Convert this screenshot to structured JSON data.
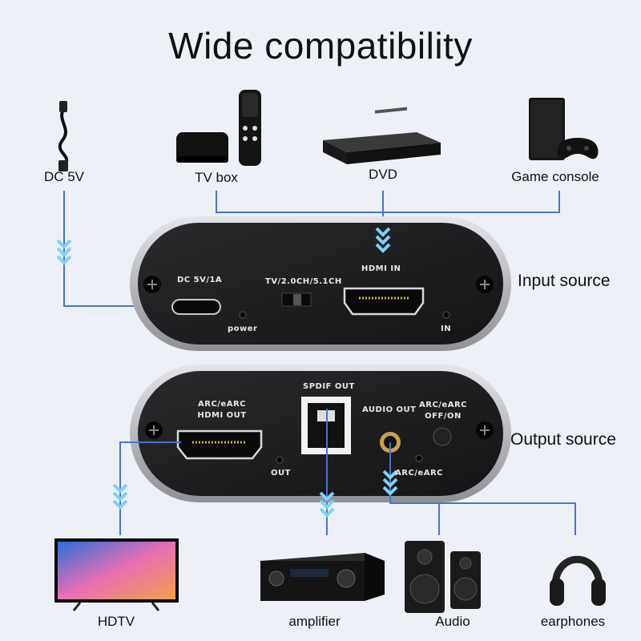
{
  "title": "Wide compatibility",
  "inputs": {
    "dc": "DC 5V",
    "tvbox": "TV box",
    "dvd": "DVD",
    "console": "Game console"
  },
  "side_labels": {
    "input": "Input source",
    "output": "Output source"
  },
  "input_panel": {
    "dc_port": "DC 5V/1A",
    "switch": "TV/2.0CH/5.1CH",
    "hdmi_in": "HDMI IN",
    "power": "power",
    "in": "IN"
  },
  "output_panel": {
    "arc_hdmi_out": "ARC/eARC\nHDMI OUT",
    "spdif": "SPDIF OUT",
    "audio_out": "AUDIO OUT",
    "arc_toggle": "ARC/eARC\nOFF/ON",
    "out": "OUT",
    "arc_led": "ARC/eARC"
  },
  "outputs": {
    "hdtv": "HDTV",
    "amplifier": "amplifier",
    "audio": "Audio",
    "earphones": "earphones"
  },
  "colors": {
    "wire": "#4b73c9",
    "arrow": "#7fd1f5",
    "panel": "#1f1f21",
    "bezel": "#c9cacf"
  }
}
